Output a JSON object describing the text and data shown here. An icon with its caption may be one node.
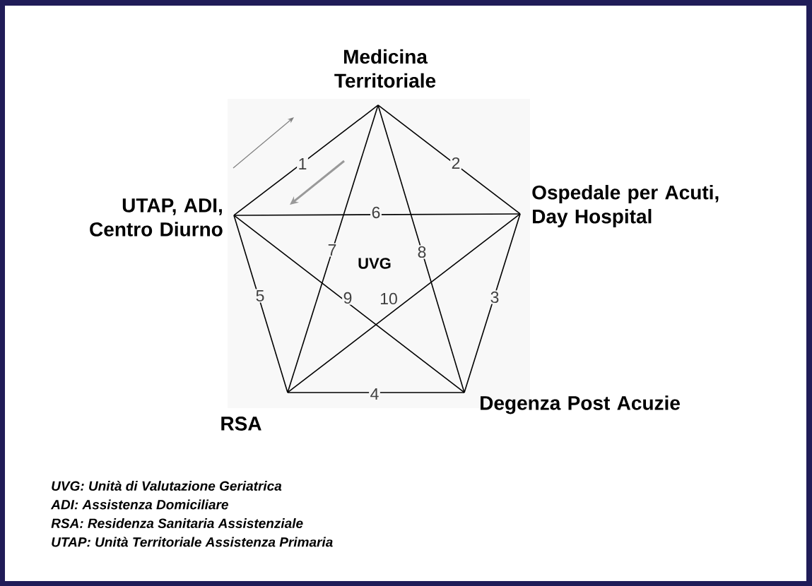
{
  "diagram": {
    "nodes": [
      {
        "text": [
          "Medicina Territoriale"
        ]
      },
      {
        "text": [
          "UTAP, ADI, Centro Diurno"
        ]
      },
      {
        "text": [
          "Ospedale per Acuti, Day Hospital"
        ]
      },
      {
        "text": [
          "RSA"
        ]
      },
      {
        "text": [
          "Degenza Post Acuzie"
        ]
      }
    ],
    "edges": [
      {
        "from": 1,
        "to": 0,
        "arrow": "none",
        "label": "1"
      },
      {
        "from": 0,
        "to": 2,
        "arrow": "none",
        "label": "2"
      },
      {
        "from": 2,
        "to": 4,
        "arrow": "none",
        "label": "3"
      },
      {
        "from": 3,
        "to": 4,
        "arrow": "none",
        "label": "4"
      },
      {
        "from": 1,
        "to": 3,
        "arrow": "none",
        "label": "5"
      },
      {
        "from": 1,
        "to": 2,
        "arrow": "none",
        "label": "6"
      },
      {
        "from": 0,
        "to": 3,
        "arrow": "none",
        "label": "7"
      },
      {
        "from": 0,
        "to": 4,
        "arrow": "none",
        "label": "8"
      },
      {
        "from": 1,
        "to": 4,
        "arrow": "none",
        "label": "9"
      },
      {
        "from": 2,
        "to": 3,
        "arrow": "none",
        "label": "10"
      }
    ],
    "labels": [
      "UVG",
      "UVG: Unità di Valutazione Geriatrica",
      "ADI: Assistenza Domiciliare",
      "RSA: Residenza Sanitaria Assistenziale",
      "UTAP: Unità Territoriale Assistenza Primaria"
    ]
  }
}
